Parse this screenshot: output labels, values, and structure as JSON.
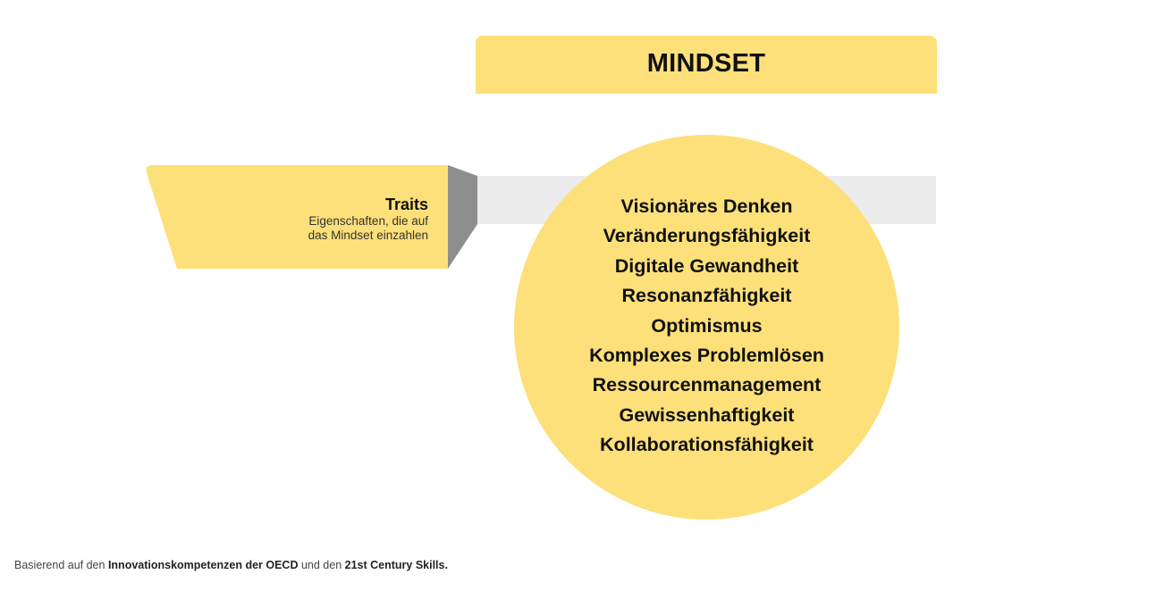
{
  "header": {
    "title": "MINDSET"
  },
  "traits_tag": {
    "title": "Traits",
    "description_line1": "Eigenschaften, die auf",
    "description_line2": "das Mindset einzahlen"
  },
  "circle": {
    "items": [
      "Visionäres Denken",
      "Veränderungsfähigkeit",
      "Digitale Gewandheit",
      "Resonanzfähigkeit",
      "Optimismus",
      "Komplexes Problemlösen",
      "Ressourcenmanagement",
      "Gewissenhaftigkeit",
      "Kollaborationsfähigkeit"
    ]
  },
  "footer": {
    "prefix": "Basierend auf den ",
    "bold1": "Innovationskompetenzen der OECD",
    "middle": " und den ",
    "bold2": "21st Century Skills."
  },
  "colors": {
    "accent_yellow": "#fde07a",
    "band_grey": "#ececec",
    "fold_grey": "#8e8e8e"
  }
}
